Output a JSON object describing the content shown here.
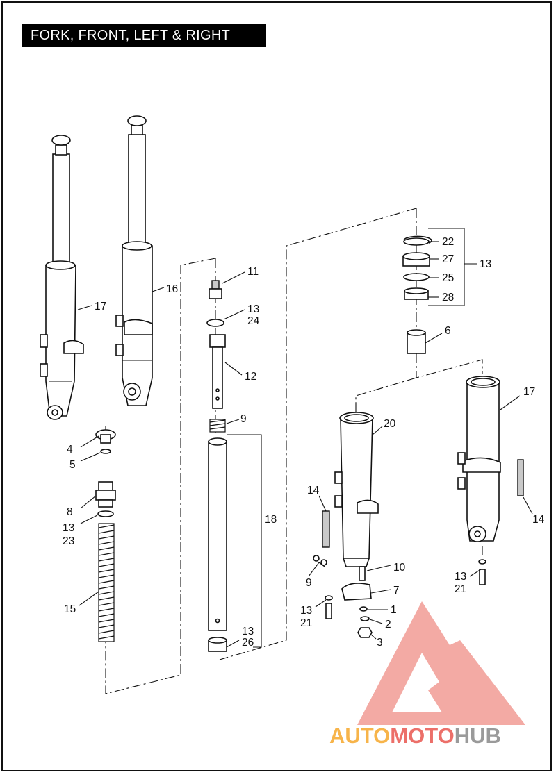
{
  "title": "FORK, FRONT, LEFT & RIGHT",
  "callouts": {
    "c1": "1",
    "c2": "2",
    "c3": "3",
    "c4": "4",
    "c5": "5",
    "c6": "6",
    "c7": "7",
    "c8": "8",
    "c9a": "9",
    "c9b": "9",
    "c10": "10",
    "c11": "11",
    "c12": "12",
    "c13a": "13",
    "c13b": "13",
    "c13c": "13",
    "c13d": "13",
    "c13e": "13",
    "c13f": "13",
    "c14a": "14",
    "c14b": "14",
    "c15": "15",
    "c16": "16",
    "c17a": "17",
    "c17b": "17",
    "c18": "18",
    "c20": "20",
    "c21a": "21",
    "c21b": "21",
    "c22": "22",
    "c23": "23",
    "c24": "24",
    "c25": "25",
    "c26": "26",
    "c27": "27",
    "c28": "28"
  },
  "watermark": {
    "part1": "AUTO",
    "part2": "MOTO",
    "part3": "HUB",
    "colors": {
      "orange": "#f7b44a",
      "red": "#ec6f69",
      "gray": "#9a9a9a",
      "triangle": "#f19b94"
    }
  }
}
